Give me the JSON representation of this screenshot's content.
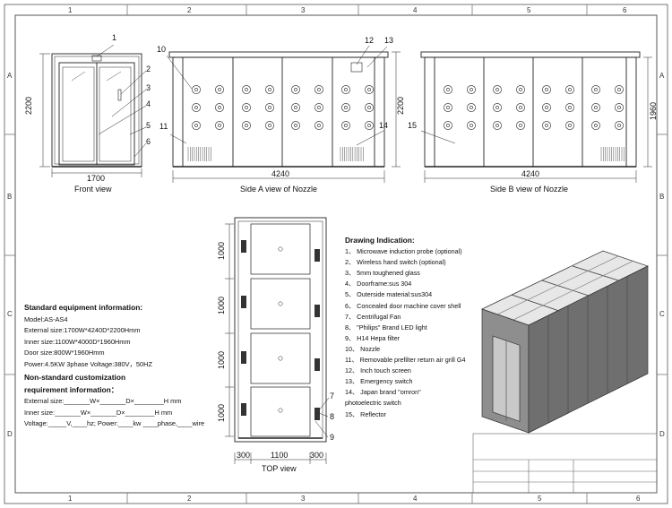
{
  "border": {
    "cols": [
      "1",
      "2",
      "3",
      "4",
      "5",
      "6"
    ],
    "rows": [
      "A",
      "B",
      "C",
      "D"
    ]
  },
  "views": {
    "front": {
      "title": "Front view",
      "width": "1700",
      "height": "2200"
    },
    "side_a": {
      "title": "Side A view of Nozzle",
      "width": "4240",
      "height": "2200"
    },
    "side_b": {
      "title": "Side B view of Nozzle",
      "width": "4240",
      "height": "1960"
    },
    "top": {
      "title": "TOP view",
      "seg1": "1000",
      "seg2": "1000",
      "seg3": "1000",
      "seg4": "1000",
      "w_left": "300",
      "w_mid": "1100",
      "w_right": "300"
    }
  },
  "callouts": {
    "c1": "1",
    "c2": "2",
    "c3": "3",
    "c4": "4",
    "c5": "5",
    "c6": "6",
    "c7": "7",
    "c8": "8",
    "c9": "9",
    "c10": "10",
    "c11": "11",
    "c12": "12",
    "c13": "13",
    "c14": "14",
    "c15": "15"
  },
  "standard": {
    "heading": "Standard equipment information:",
    "lines": [
      "Model:AS-AS4",
      "External size:1700W*4240D*2200Hmm",
      "Inner size:1100W*4000D*1960Hmm",
      "Door size:800W*1960Hmm",
      "Power:4.5KW   3phase  Voltage:380V，50HZ"
    ]
  },
  "nonstandard": {
    "heading1": "Non-standard customization",
    "heading2": "requirement information：",
    "lines": [
      "External size:_______W×_______D×________H mm",
      "Inner size:_______W×_______D×________H mm",
      "Voltage:_____V,____hz; Power:____kw ____phase,____wire"
    ]
  },
  "indication": {
    "heading": "Drawing Indication:",
    "items": [
      "1、 Microwave induction probe (optional)",
      "2、 Wireless hand switch (optional)",
      "3、 5mm toughened glass",
      "4、 Doorframe:sus 304",
      "5、 Outerside material:sus304",
      "6、 Concealed door machine cover shell",
      "7、 Centrifugal Fan",
      "8、 \"Philips\" Brand LED light",
      "9、 H14 Hepa filter",
      "10、 Nozzle",
      "11、 Removable prefilter return air grill G4",
      "12、 Inch touch screen",
      "13、 Emergency switch",
      "14、 Japan brand \"omron\"",
      "        photoelectric switch",
      "15、 Reflector"
    ]
  }
}
